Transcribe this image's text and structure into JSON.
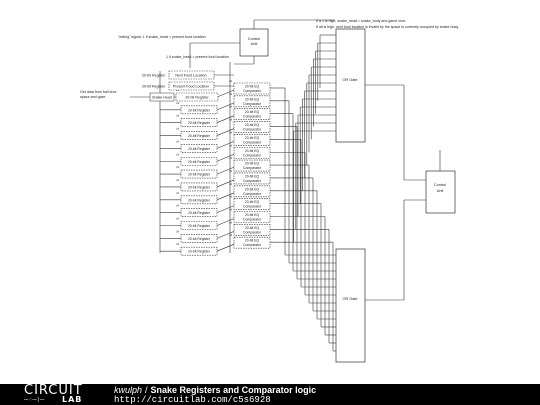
{
  "diagram": {
    "annotations": {
      "eating_signal": "\"eating\" signal: 1 if snake_head = present food location",
      "snake_head_eq_food": "1 if snake_head = present food location",
      "top_right_line1": "If a 1 is high, snake_head = snake_body and game over.",
      "top_right_line2": "If all is high, next food location is invalid by the space is currently occupied by snake body.",
      "get_data_note_line1": "Get data from ball shot",
      "get_data_note_line2": "space and gaze"
    },
    "blocks": {
      "control_unit_top_line1": "Control",
      "control_unit_top_line2": "Unit",
      "control_unit_right_line1": "Control",
      "control_unit_right_line2": "Unit",
      "or_gate_top": "OR Gate",
      "or_gate_bottom": "OR Gate",
      "next_food": "Next Food Location",
      "present_food": "Present Food Location",
      "snake_head": "Snake Head",
      "register_label": "20-bit Register",
      "comparator_line1": "20-bit EQ",
      "comparator_line2": "Comparator",
      "clk": "clk"
    }
  },
  "footer": {
    "logo_top": "CIRCUIT",
    "logo_bottom": "─◦─⌇─",
    "logo_lab": "LAB",
    "author": "kwulph",
    "separator": "/",
    "title": "Snake Registers and Comparator logic",
    "url": "http://circuitlab.com/c5s6928"
  }
}
